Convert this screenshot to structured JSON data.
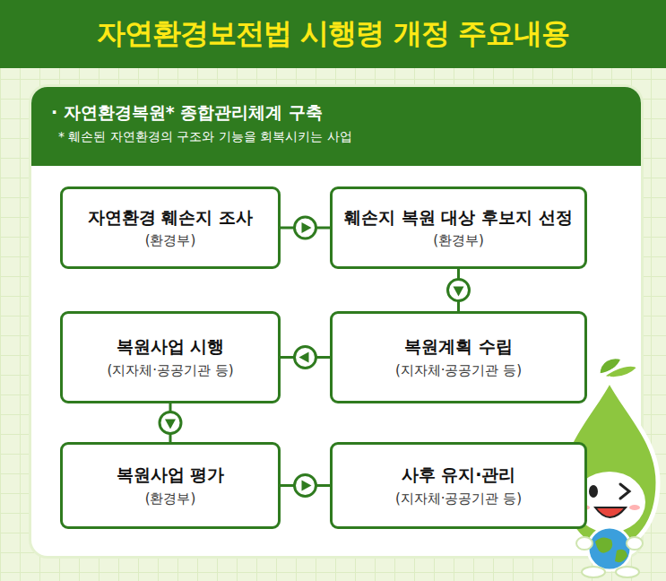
{
  "diagram": {
    "title": "자연환경보전법 시행령 개정 주요내용",
    "nodes": [
      {
        "text": [
          "· 자연환경복원* 종합관리체계 구축",
          "* 훼손된 자연환경의 구조와 기능을 회복시키는 사업"
        ]
      },
      {
        "text": [
          "자연환경 훼손지 조사",
          "(환경부)"
        ],
        "in": 0
      },
      {
        "text": [
          "훼손지 복원 대상 후보지 선정",
          "(환경부)"
        ],
        "in": 0
      },
      {
        "text": [
          "복원사업 시행",
          "(지자체·공공기관 등)"
        ],
        "in": 0
      },
      {
        "text": [
          "복원계획 수립",
          "(지자체·공공기관 등)"
        ],
        "in": 0
      },
      {
        "text": [
          "복원사업 평가",
          "(환경부)"
        ],
        "in": 0
      },
      {
        "text": [
          "사후 유지·관리",
          "(지자체·공공기관 등)"
        ],
        "in": 0
      }
    ],
    "edges": [
      {
        "from": 1,
        "to": 2,
        "arrow": "to"
      },
      {
        "from": 2,
        "to": 4,
        "arrow": "to"
      },
      {
        "from": 4,
        "to": 3,
        "arrow": "to"
      },
      {
        "from": 3,
        "to": 5,
        "arrow": "to"
      },
      {
        "from": 5,
        "to": 6,
        "arrow": "to"
      }
    ]
  }
}
